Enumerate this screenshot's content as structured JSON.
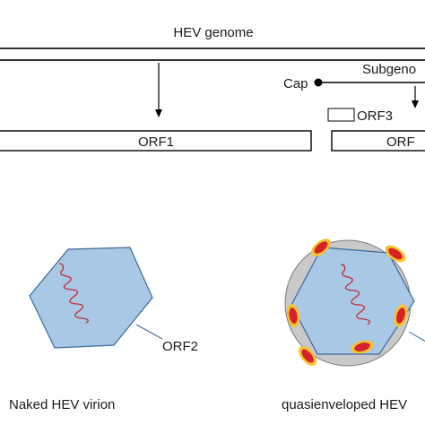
{
  "genome": {
    "title": "HEV genome",
    "cap_label": "Cap",
    "subgenomic_label": "Subgeno"
  },
  "orfs": {
    "orf1": "ORF1",
    "orf3": "ORF3",
    "orf2_box": "ORF",
    "orf2_pointer": "ORF2"
  },
  "virions": {
    "naked": "Naked HEV virion",
    "quasi": "quasienveloped HEV"
  },
  "colors": {
    "capsid_fill": "#a8c8e6",
    "capsid_stroke": "#3c6a98",
    "rna": "#c4282e",
    "envelope": "#c9c9c9",
    "protein_outer": "#f2c530",
    "protein_inner": "#d8222a"
  }
}
